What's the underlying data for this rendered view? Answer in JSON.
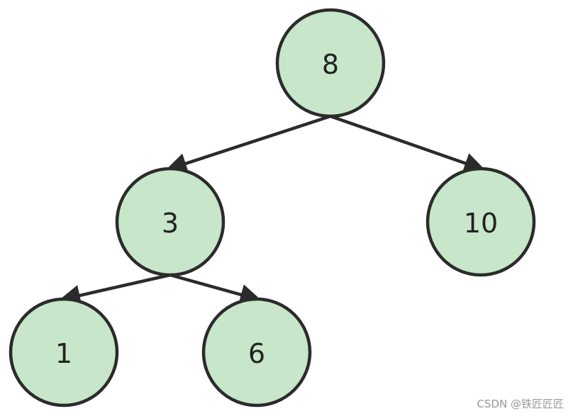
{
  "tree": {
    "colors": {
      "node_fill": "#c8e6c9",
      "stroke": "#2b2b2b",
      "label": "#222222"
    },
    "nodes": [
      {
        "id": "n8",
        "label": "8"
      },
      {
        "id": "n3",
        "label": "3"
      },
      {
        "id": "n10",
        "label": "10"
      },
      {
        "id": "n1",
        "label": "1"
      },
      {
        "id": "n6",
        "label": "6"
      }
    ],
    "edges": [
      {
        "from": "n8",
        "to": "n3"
      },
      {
        "from": "n8",
        "to": "n10"
      },
      {
        "from": "n3",
        "to": "n1"
      },
      {
        "from": "n3",
        "to": "n6"
      }
    ]
  },
  "watermark": {
    "text": "CSDN @铁匠匠匠"
  }
}
